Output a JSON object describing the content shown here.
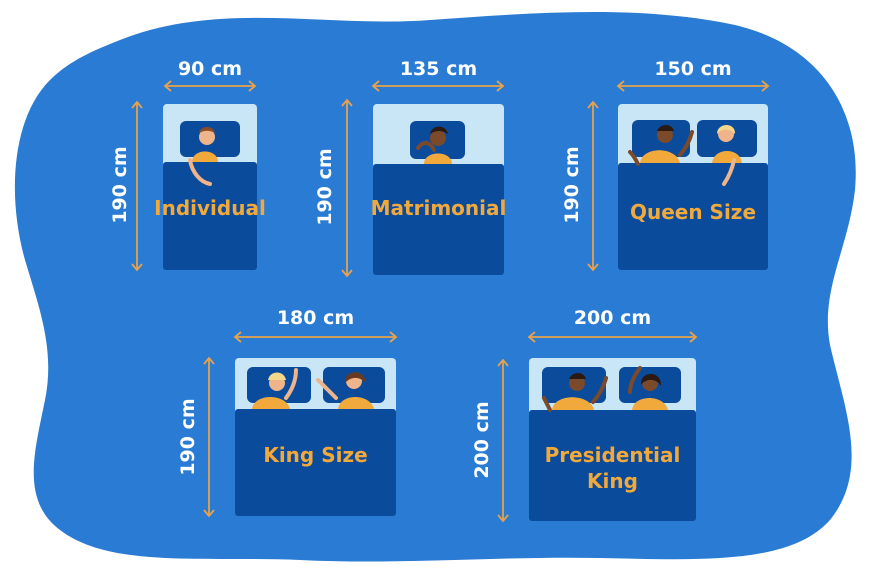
{
  "colors": {
    "background_blob": "#2a7bd3",
    "mattress": "#0b4b9c",
    "sheet": "#c9e6f7",
    "pillow": "#0b4b9c",
    "label": "#f2a93b",
    "dimension": "#e8a24a",
    "skin_light": "#f0b48a",
    "skin_dark": "#7a4a2a",
    "shirt": "#f2a93b"
  },
  "beds": [
    {
      "name": "Individual",
      "width_label": "90 cm",
      "length_label": "190 cm",
      "sleepers": 1
    },
    {
      "name": "Matrimonial",
      "width_label": "135 cm",
      "length_label": "190 cm",
      "sleepers": 1
    },
    {
      "name": "Queen Size",
      "width_label": "150 cm",
      "length_label": "190 cm",
      "sleepers": 2
    },
    {
      "name": "King Size",
      "width_label": "180 cm",
      "length_label": "190 cm",
      "sleepers": 2
    },
    {
      "name_line1": "Presidential",
      "name_line2": "King",
      "width_label": "200 cm",
      "length_label": "200 cm",
      "sleepers": 2
    }
  ]
}
